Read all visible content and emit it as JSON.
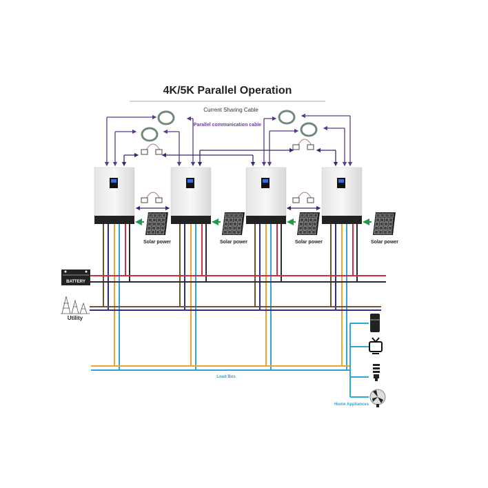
{
  "title": "4K/5K Parallel Operation",
  "labels": {
    "current_sharing": "Current Sharing Cable",
    "parallel_comm": "Parallel communication cable",
    "battery": "BATTERY",
    "utility": "Utility",
    "load_bus": "Load Bus",
    "home_appliances": "Home Appliances"
  },
  "solar_labels": [
    "Solar power",
    "Solar power",
    "Solar power",
    "Solar power"
  ],
  "inverters": 4,
  "appliances": [
    "refrigerator-icon",
    "tv-icon",
    "bulb-icon",
    "fan-icon"
  ],
  "colors": {
    "battery_pos": "#d42a3a",
    "battery_neg": "#2b2b2b",
    "utility_line": "#6b5330",
    "utility_neutral": "#2e2e86",
    "load_line": "#eaa628",
    "load_neutral": "#2aa6d8",
    "current_sharing": "#5b3a8c",
    "parallel_comm": "#2d2d6e",
    "solar_arrow": "#1e9b4a",
    "load_text": "#2aa6d8"
  }
}
